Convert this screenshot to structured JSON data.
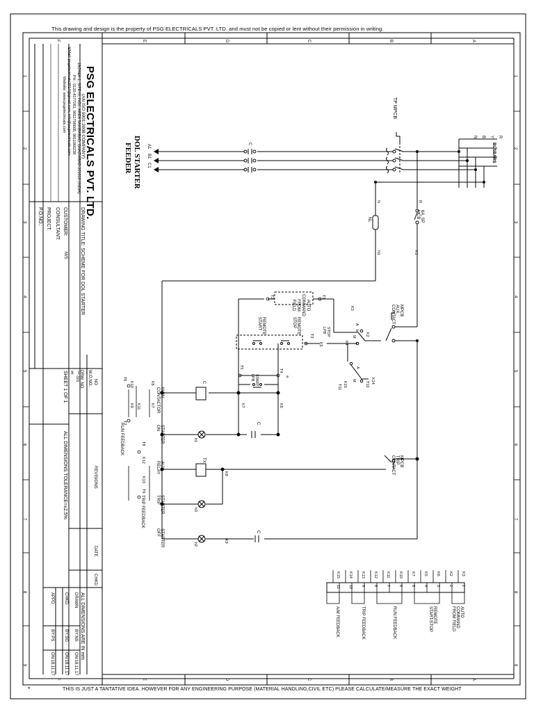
{
  "header_notice": "This drawing and design is the property of PSG ELECTRICALS PVT. LTD. and must not be copied or lent without their permission in writing.",
  "footer_notice": "THIS IS JUST A TANTATIVE IDEA. HOWEVER FOR ANY ENGINEERING PURPOSE (MATERIAL HANDLING,CIVIL ETC) PLEASE CALCULATE/MEASURE THE EXACT WEIGHT",
  "footer_mark": "*",
  "grid_letters_top": [
    "F",
    "E",
    "D",
    "C",
    "B",
    "A"
  ],
  "grid_letters_bottom": [
    "F",
    "E",
    "D",
    "C",
    "B",
    "A"
  ],
  "grid_numbers": [
    "1",
    "2",
    "3",
    "4",
    "5",
    "6",
    "7",
    "8",
    "9"
  ],
  "company": {
    "name": "PSG ELECTRICALS PVT. LTD.",
    "iso": "(AN ISO 9001:2008 COMPANY)",
    "address": "18/24&A-1, SITE-IV, INDL. AREA SAHIBABAD, GHAZIABAD-201010 (INDIA)",
    "phone": "PH : 0120-4177281, 9811796668, 9811066238",
    "email": "EMail: psgelectricals2014@gmail.com, info@psgelectricals.com",
    "website": "Website: www.psgelectricals.com"
  },
  "title_block": {
    "drawing_title": "DRAWING TITLE: SCHEME FOR DOL STARTER",
    "customer": "CUSTOMER:",
    "customer_value": "M/S",
    "consultant": "CONSULTANT:",
    "project": "PROJECT:",
    "po_no": "P.O.NO.:",
    "wo_no": "W.O.NO.",
    "wo_value": "***",
    "drw_no": "DRW. NO.",
    "drw_value": "***-S01",
    "rev_marks": [
      "## ",
      "**"
    ],
    "sheet": "SHEET 1 OF 1",
    "dimensions": "ALL DIMENSIONS TOLERANCE=±2.5%",
    "no": "NO",
    "revisions": "REVISIONS",
    "date": "DATE",
    "chkd": "CHKD",
    "dims_in": "ALL DIMENSIONS ARE IN mm",
    "drawn": "DRAWN",
    "drawn_by": "BY:NS",
    "drawn_on": "ON:18.11.17",
    "chkd2": "CHKD.",
    "chkd_by": "BY:SG",
    "chkd_on": "ON:18.11.17",
    "appd": "APPD",
    "appd_by": "BY:PS",
    "appd_on": "ON:18.11.17"
  },
  "power": {
    "busbars": "BUSBARS",
    "phases": [
      "R",
      "Y",
      "B",
      "N"
    ],
    "tp_mpcb": "TP MPCB",
    "contactor": "C",
    "feeder_title": [
      "DOL STARTER",
      "FEEDER"
    ],
    "outputs": [
      "A1",
      "B1",
      "C1"
    ],
    "control_phase": "R",
    "neutral": "N",
    "fuse": "6A, SP MCB",
    "nl": "NL",
    "k1": "K1",
    "n1": "N1"
  },
  "control": {
    "auto_command": "AUTO COMMAND FROM FIELD",
    "t1": "T1",
    "t2": "T2",
    "t3": "T3",
    "t4": "T4",
    "t5": "T5",
    "t6": "T6",
    "t7": "T7",
    "t8": "T8",
    "t9": "T9",
    "t10": "T10",
    "t11": "T11",
    "k2": "K2",
    "k3": "K3",
    "k4": "K4",
    "k5": "K5",
    "k6": "K6",
    "k7": "K7",
    "k8": "K8",
    "k9": "K9",
    "k10": "K10",
    "k11": "K11",
    "k12": "K12",
    "k13": "K13",
    "k14": "K14",
    "k15": "K15",
    "mpcb_aux": "MPCB AUX. CONTACT",
    "mpcb_trip": "MPCB TRIP CONTACT",
    "remote_stop": "REMOTE STOP",
    "remote_start": "REMOTE START",
    "stop_lpb": "STOP LPB",
    "start_lpb": "START LPB",
    "b_mark": "b",
    "a_mark": "a",
    "sel_a": "A",
    "sel_m": "M",
    "main_contactor": "MAIN CONTACTOR",
    "starter_on": "STARTER ON",
    "aux_relay": "AUX. RELAY",
    "starter_trip": "STARTER TRIP",
    "starter_off": "STARTER OFF",
    "run_feedback": "RUN FEEDBACK",
    "trip_feedback": "TRIP FEEDBACK",
    "c_mark": "C",
    "tx_mark": "TX",
    "h1": "h1",
    "h2": "h2",
    "h3": "h3"
  },
  "terminals": {
    "k_labels": [
      "K3",
      "K2",
      "K6",
      "K5",
      "K7",
      "K10",
      "K11",
      "K12",
      "K13",
      "K14",
      "K15"
    ],
    "numbers": [
      "1",
      "2",
      "3",
      "4",
      "5",
      "6",
      "7",
      "8",
      "9",
      "10",
      "11"
    ],
    "groups": [
      "AUTO COMMAND FROM FIELD",
      "REMOTE START/STOP",
      "RUN FEEDBACK",
      "TRIP FEEDBACK",
      "A/M FEEDBACK"
    ]
  }
}
